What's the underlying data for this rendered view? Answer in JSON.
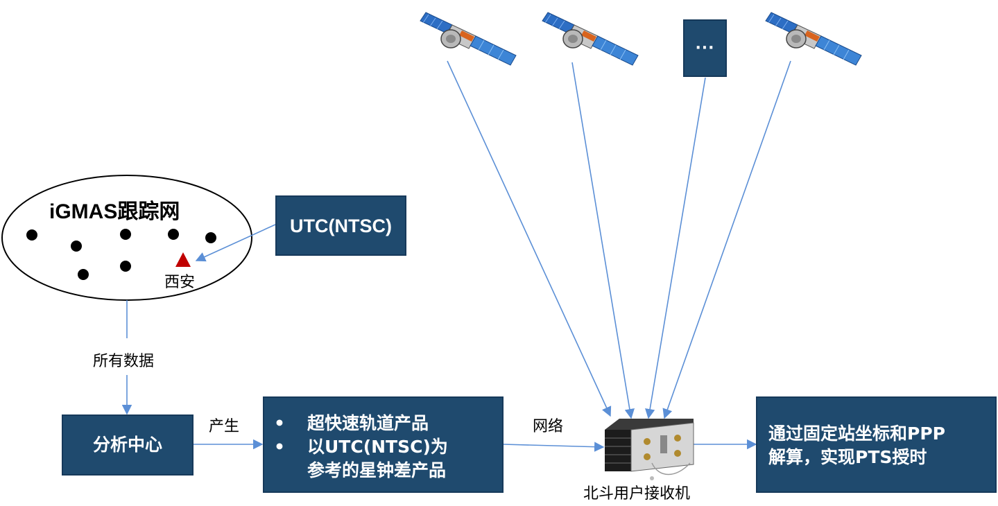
{
  "network": {
    "title": "iGMAS跟踪网",
    "station_label": "西安"
  },
  "utc_box": {
    "label": "UTC(NTSC)"
  },
  "analysis_center": {
    "label": "分析中心"
  },
  "products": {
    "item1": "超快速轨道产品",
    "item2_line1": "以UTC(NTSC)为",
    "item2_line2": "参考的星钟差产品"
  },
  "ellipsis_box": {
    "label": "···"
  },
  "edge_labels": {
    "all_data": "所有数据",
    "generate": "产生",
    "network": "网络"
  },
  "receiver": {
    "label": "北斗用户接收机"
  },
  "result_box": {
    "line1": "通过固定站坐标和PPP",
    "line2": "解算，实现PTS授时"
  },
  "colors": {
    "box_fill": "#1f4a6e",
    "arrow": "#5b8fd6",
    "station_marker": "#c00000"
  }
}
